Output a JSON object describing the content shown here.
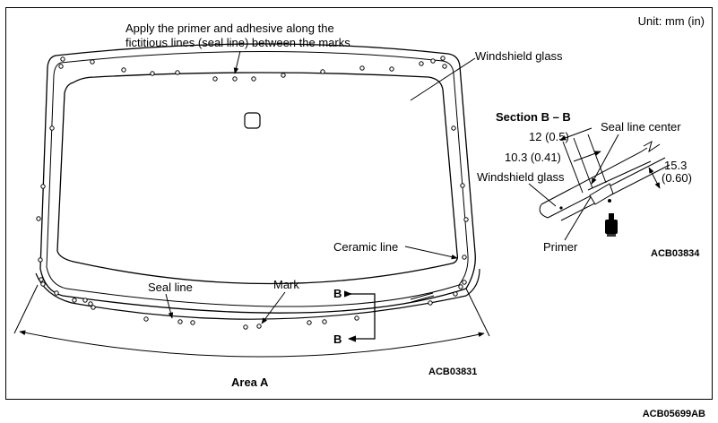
{
  "unit_note": "Unit: mm (in)",
  "callouts": {
    "apply_line1": "Apply the primer and adhesive along the",
    "apply_line2": "fictitious lines (seal line) between the marks",
    "windshield_glass": "Windshield glass",
    "ceramic_line": "Ceramic line",
    "seal_line": "Seal line",
    "mark": "Mark",
    "area_a": "Area A",
    "section_b_top": "B",
    "section_b_bottom": "B"
  },
  "section": {
    "title": "Section B – B",
    "seal_line_center": "Seal line center",
    "dim_12": "12 (0.5)",
    "dim_10_3": "10.3 (0.41)",
    "windshield_glass": "Windshield glass",
    "dim_15_3_a": "15.3",
    "dim_15_3_b": "(0.60)",
    "primer": "Primer"
  },
  "codes": {
    "section_code": "ACB03834",
    "main_code": "ACB03831",
    "figure_code": "ACB05699AB"
  }
}
